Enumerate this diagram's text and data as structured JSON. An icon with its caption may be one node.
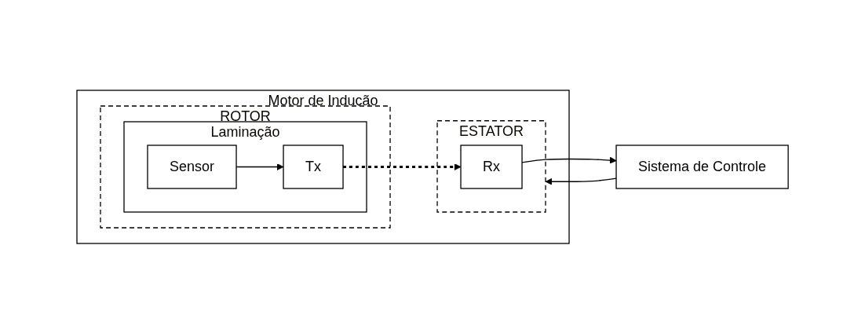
{
  "diagram": {
    "nodes": [
      {
        "text": [
          "Motor de Indução"
        ]
      },
      {
        "text": [
          "ROTOR"
        ],
        "in": 0
      },
      {
        "text": [
          "Laminação"
        ],
        "in": 1
      },
      {
        "text": [
          "Sensor"
        ],
        "in": 2
      },
      {
        "text": [
          "Tx"
        ],
        "in": 2
      },
      {
        "text": [
          "ESTATOR"
        ],
        "in": 0
      },
      {
        "text": [
          "Rx"
        ],
        "in": 5
      },
      {
        "text": [
          "Sistema de Controle"
        ]
      }
    ],
    "edges": [
      {
        "from": 3,
        "to": 4,
        "arrow": "to"
      },
      {
        "from": 4,
        "to": 6,
        "arrow": "to",
        "style": "dashed"
      },
      {
        "from": 6,
        "to": 7,
        "arrow": "to"
      },
      {
        "from": 7,
        "to": 5,
        "arrow": "to"
      }
    ]
  }
}
